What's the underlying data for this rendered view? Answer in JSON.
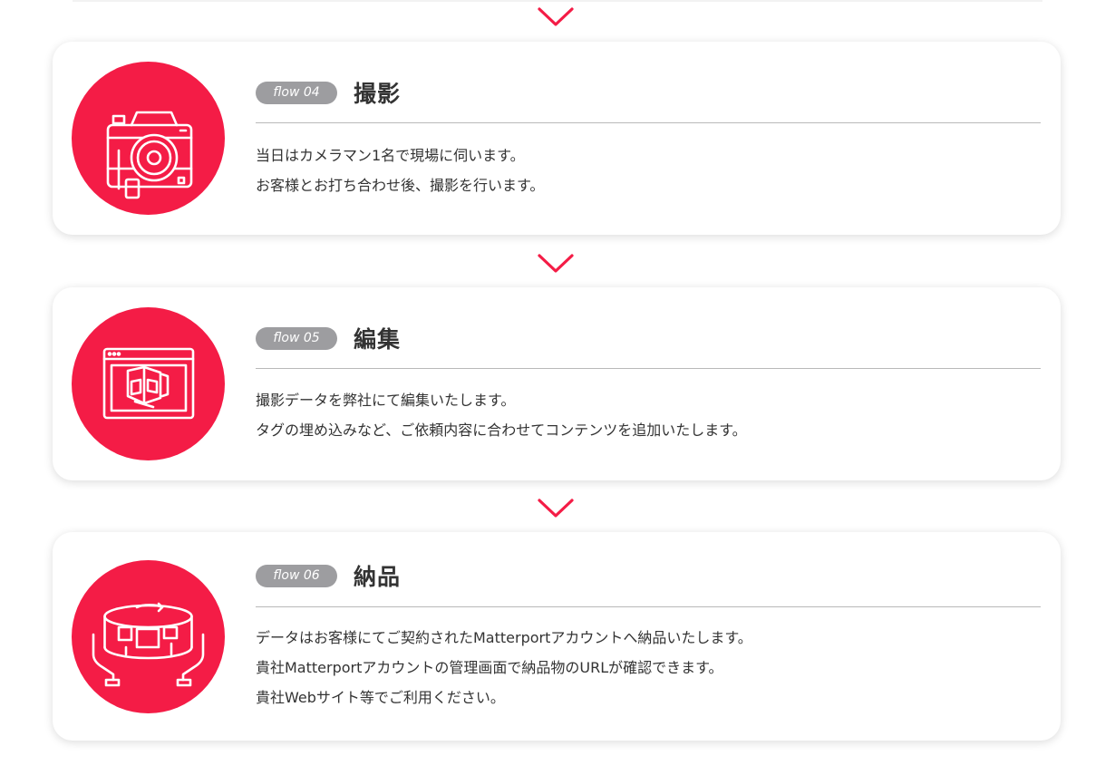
{
  "colors": {
    "accent": "#f41c46",
    "badge": "#9d9da0",
    "text": "#333333"
  },
  "steps": [
    {
      "badge": "flow 04",
      "title": "撮影",
      "icon": "camera-icon",
      "lines": [
        "当日はカメラマン1名で現場に伺います。",
        "お客様とお打ち合わせ後、撮影を行います。"
      ]
    },
    {
      "badge": "flow 05",
      "title": "編集",
      "icon": "edit-window-icon",
      "lines": [
        "撮影データを弊社にて編集いたします。",
        "タグの埋め込みなど、ご依頼内容に合わせてコンテンツを追加いたします。"
      ]
    },
    {
      "badge": "flow 06",
      "title": "納品",
      "icon": "360-view-hands-icon",
      "lines": [
        "データはお客様にてご契約されたMatterportアカウントへ納品いたします。",
        "貴社Matterportアカウントの管理画面で納品物のURLが確認できます。",
        "貴社Webサイト等でご利用ください。"
      ]
    }
  ]
}
